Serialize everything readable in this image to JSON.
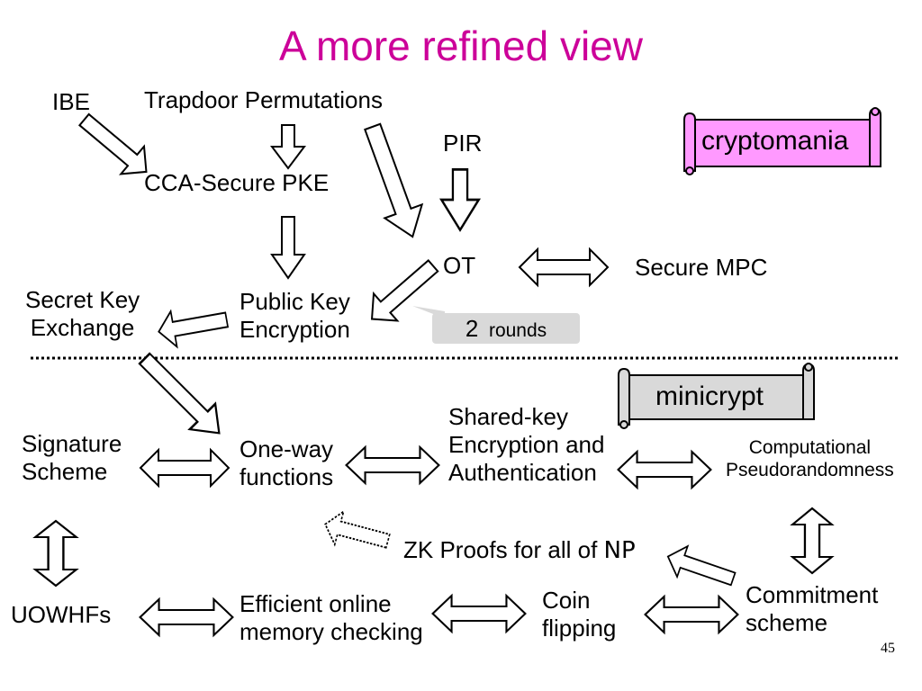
{
  "title": "A more refined view",
  "page_number": "45",
  "worlds": {
    "cryptomania": "cryptomania",
    "minicrypt": "minicrypt"
  },
  "nodes": {
    "ibe": "IBE",
    "trapdoor_permutations": "Trapdoor Permutations",
    "pir": "PIR",
    "cca_secure_pke": "CCA-Secure PKE",
    "ot": "OT",
    "secure_mpc": "Secure MPC",
    "secret_key_exchange": [
      "Secret Key",
      "Exchange"
    ],
    "public_key_encryption": [
      "Public Key",
      "Encryption"
    ],
    "signature_scheme": [
      "Signature",
      "Scheme"
    ],
    "one_way_functions": [
      "One-way",
      "functions"
    ],
    "shared_key_encryption": [
      "Shared-key",
      "Encryption and",
      "Authentication"
    ],
    "computational_pseudorandomness": [
      "Computational",
      "Pseudorandomness"
    ],
    "zk_proofs": "ZK Proofs  for all of ",
    "np": "NP",
    "uowhfs": "UOWHFs",
    "efficient_online_memory_checking": [
      "Efficient online",
      "memory checking"
    ],
    "coin_flipping": [
      "Coin",
      "flipping"
    ],
    "commitment_scheme": [
      "Commitment",
      "scheme"
    ]
  },
  "ot_rounds": {
    "number": "2",
    "unit": "rounds"
  },
  "colors": {
    "title": "#cc0099",
    "cryptomania_fill": "#ff99ff",
    "minicrypt_fill": "#d9d9d9",
    "rounds_fill": "#d9d9d9"
  }
}
